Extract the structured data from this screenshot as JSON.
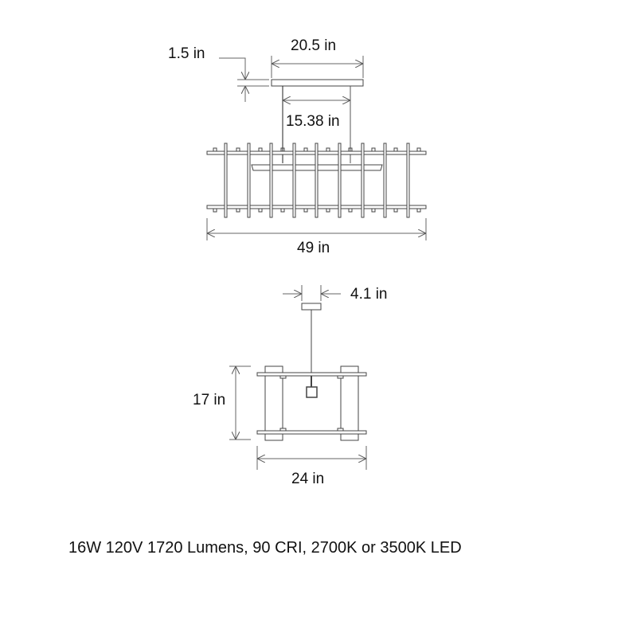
{
  "front_view": {
    "dimensions": {
      "canopy_height": "1.5 in",
      "canopy_width": "20.5 in",
      "stem_spacing": "15.38 in",
      "overall_width": "49 in"
    }
  },
  "side_view": {
    "dimensions": {
      "canopy_width": "4.1 in",
      "height": "17 in",
      "depth": "24 in"
    }
  },
  "specs": {
    "text": "16W 120V 1720 Lumens, 90 CRI, 2700K or 3500K LED"
  },
  "colors": {
    "line": "#444444",
    "dim_line": "#666666",
    "text": "#111111",
    "background": "#ffffff"
  }
}
